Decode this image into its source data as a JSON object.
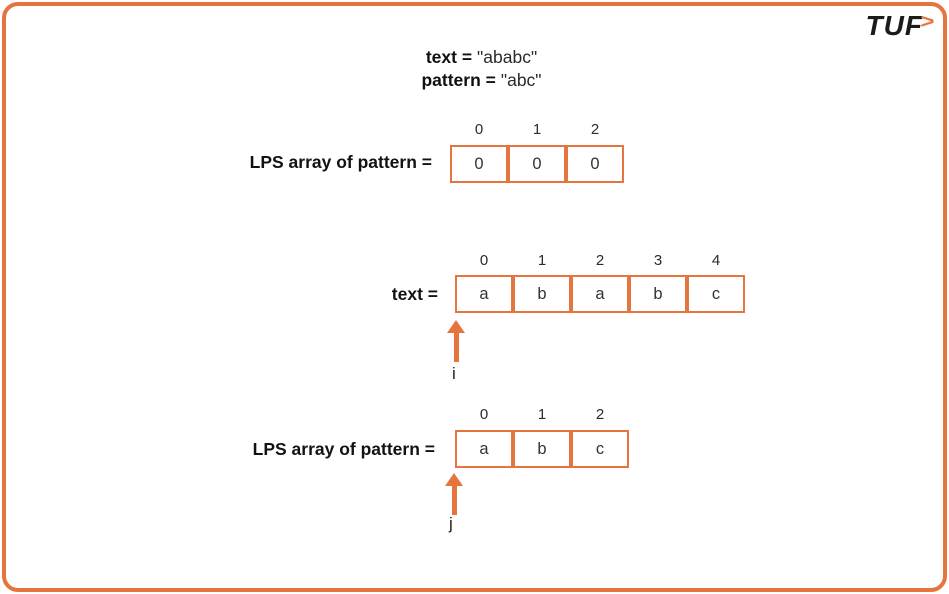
{
  "logo": {
    "text": "TUF",
    "arrow": ">"
  },
  "header": {
    "text_label": "text =",
    "text_value": "\"ababc\"",
    "pattern_label": "pattern =",
    "pattern_value": "\"abc\""
  },
  "rows": [
    {
      "label": "LPS array of pattern =",
      "indices": [
        "0",
        "1",
        "2"
      ],
      "cells": [
        "0",
        "0",
        "0"
      ]
    },
    {
      "label": "text =",
      "indices": [
        "0",
        "1",
        "2",
        "3",
        "4"
      ],
      "cells": [
        "a",
        "b",
        "a",
        "b",
        "c"
      ],
      "pointer": "i"
    },
    {
      "label": "LPS array of pattern =",
      "indices": [
        "0",
        "1",
        "2"
      ],
      "cells": [
        "a",
        "b",
        "c"
      ],
      "pointer": "j"
    }
  ],
  "colors": {
    "accent": "#E6743F",
    "text_dark": "#1b1b1b",
    "cell_text": "#333333",
    "background": "#ffffff"
  }
}
